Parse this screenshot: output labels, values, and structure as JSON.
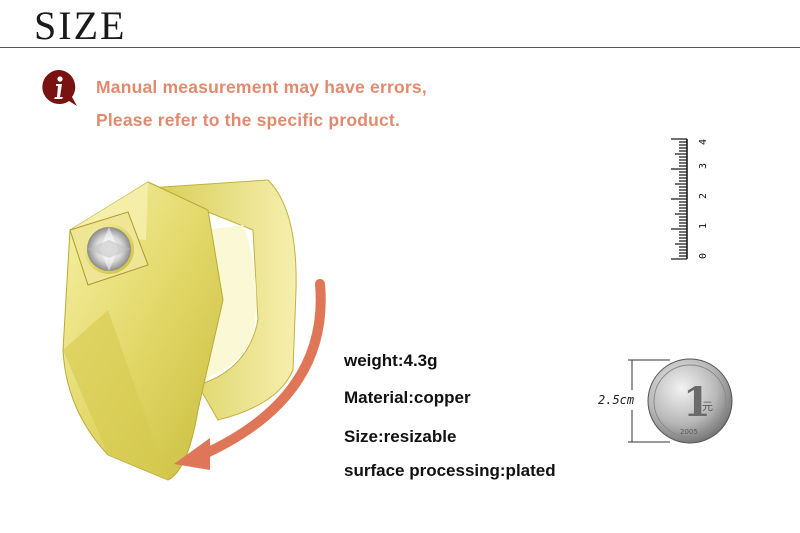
{
  "header": {
    "title": "SIZE"
  },
  "notice": {
    "icon": "info-icon",
    "line1": "Manual measurement may have errors,",
    "line2": "Please refer to the specific product."
  },
  "specs": {
    "weight": "weight:4.3g",
    "material": "Material:copper",
    "size": "Size:resizable",
    "surface": "surface processing:plated"
  },
  "ruler": {
    "labels": [
      "0",
      "1",
      "2",
      "3",
      "4"
    ]
  },
  "coin": {
    "diameter_label": "2.5cm",
    "value_char": "1",
    "unit_char": "元",
    "year": "2005"
  },
  "colors": {
    "accent": "#e28a6e",
    "arrow": "#e07658",
    "gold": "#e2d86a"
  }
}
